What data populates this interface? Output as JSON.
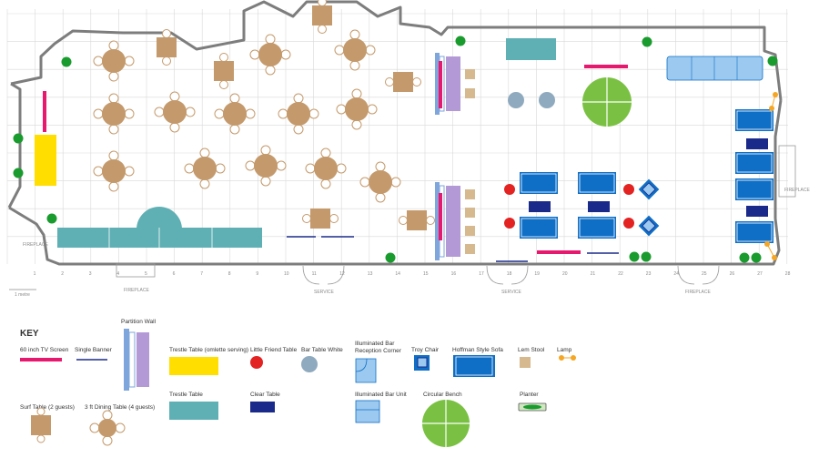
{
  "plan": {
    "labels": {
      "fireplace_left": "FIREPLACE",
      "service_a": "SERVICE",
      "service_b": "SERVICE",
      "fireplace_right": "FIREPLACE",
      "fireplace_side": "FIREPLACE",
      "scale_bar": "1 metre",
      "col_numbers": [
        "1",
        "2",
        "3",
        "4",
        "5",
        "6",
        "7",
        "8",
        "9",
        "10",
        "11",
        "12",
        "13",
        "14",
        "15",
        "16",
        "17",
        "18",
        "19",
        "20",
        "21",
        "22",
        "23",
        "24",
        "25",
        "26",
        "27",
        "28"
      ]
    },
    "colors": {
      "wall": "#7d7d7d",
      "grid": "#d9d9d9",
      "tan": "#c49a6c",
      "teal": "#5fb0b4",
      "magenta": "#e6196e",
      "navy": "#1a2a8a",
      "blue": "#0f6fc6",
      "light_blue": "#9cc9ef",
      "lavender": "#b39ad6",
      "partition_blue": "#7ea6dc",
      "green": "#7ac143",
      "dark_green": "#1a9b2e",
      "red": "#e32222",
      "grey_blue": "#8faabe",
      "yellow": "#ffde00",
      "orange": "#f5a623"
    }
  },
  "key": {
    "title": "KEY",
    "items": {
      "tv_screen": "60 inch TV Screen",
      "single_banner": "Single Banner",
      "partition_wall": "Partition Wall",
      "trestle_omlette": "Trestle Table (omlette serving)",
      "little_friend": "Little Friend Table",
      "bar_table_white": "Bar Table White",
      "illuminated_corner": "Illuminated Bar\nReception Corner",
      "troy_chair": "Troy Chair",
      "hoffman_sofa": "Hoffman Style Sofa",
      "lem_stool": "Lem Stool",
      "lamp": "Lamp",
      "trestle_table": "Trestle Table",
      "clear_table": "Clear Table",
      "illuminated_unit": "Illuminated Bar Unit",
      "circular_bench": "Circular Bench",
      "planter": "Planter",
      "surf_table": "Surf Table (2 guests)",
      "dining_table": "3 ft Dining Table (4 guests)"
    }
  }
}
